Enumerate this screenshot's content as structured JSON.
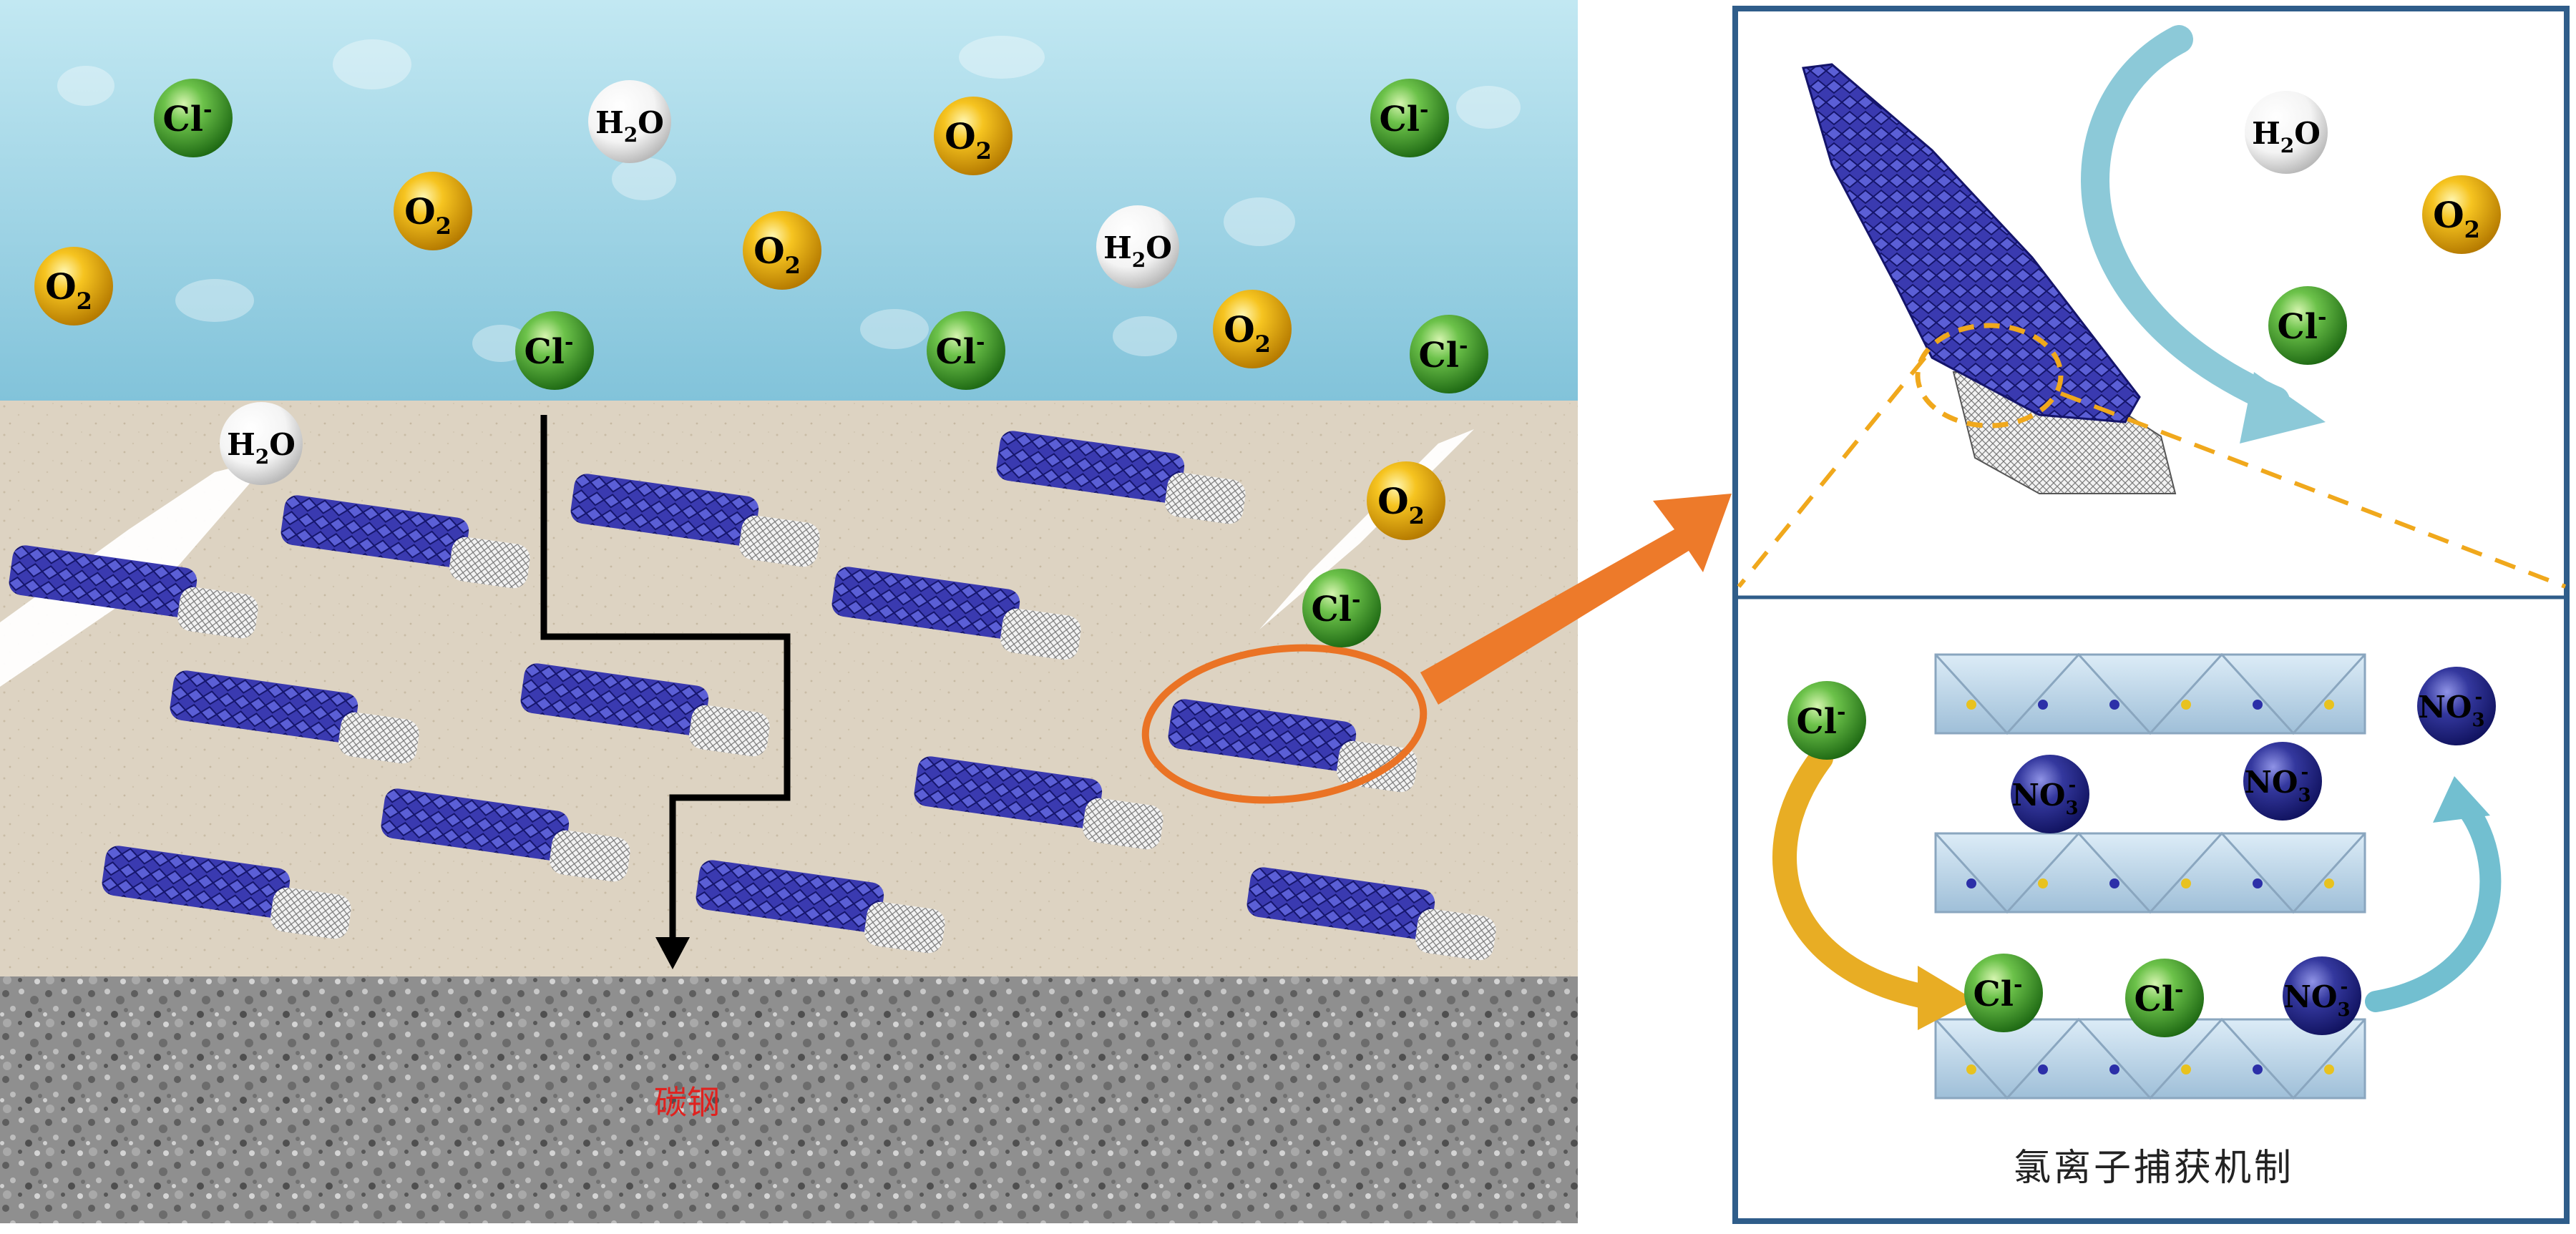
{
  "colors": {
    "water": "#9fd4e6",
    "coating": "#ddd3c2",
    "steel": "#8c8c8c",
    "cl_ball": "#3e9d2e",
    "o2_ball": "#f1b516",
    "h2o_ball": "#ffffff",
    "no3_ball": "#24268a",
    "nanosheet": "#3a3ab0",
    "arrow_orange": "#ed7a2a",
    "ring_orange": "#ea7325",
    "frame_blue": "#2f5d8a",
    "dash_orange": "#f0a81c",
    "arrow_teal": "#72bfd0",
    "arrow_gold": "#e8ad24"
  },
  "labels": {
    "cl": "Cl",
    "cl_sup": "-",
    "o": "O",
    "o_sub": "2",
    "h": "H",
    "h_sub": "2",
    "h2o_o": "O",
    "no": "NO",
    "no_sub": "3",
    "no_sup": "-",
    "steel": "碳钢",
    "mechanism": "氯离子捕获机制"
  }
}
